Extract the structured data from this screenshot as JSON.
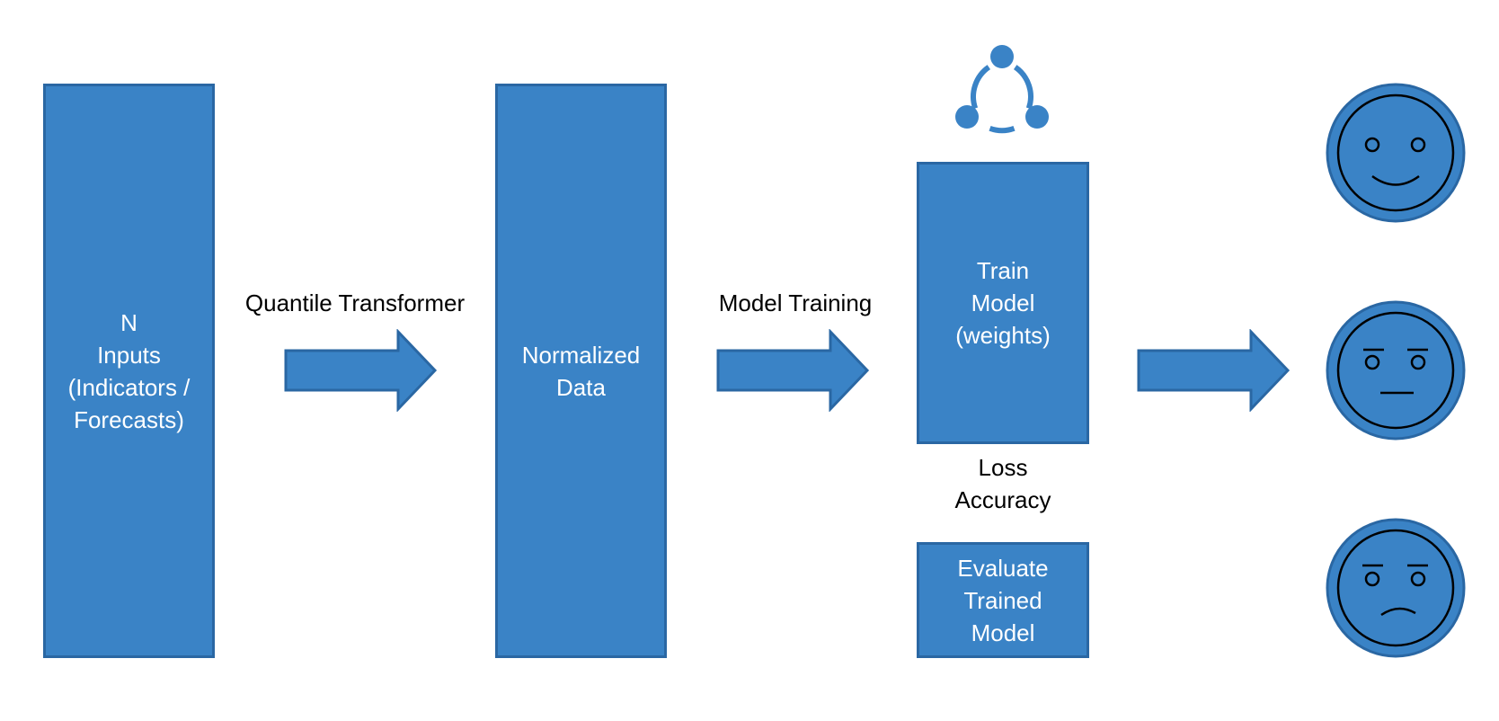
{
  "boxes": {
    "inputs": "N\nInputs\n(Indicators /\nForecasts)",
    "normalized": "Normalized\nData",
    "train": "Train\nModel\n(weights)",
    "evaluate": "Evaluate\nTrained\nModel"
  },
  "labels": {
    "quantile": "Quantile Transformer",
    "model_training": "Model Training",
    "loss": "Loss",
    "accuracy": "Accuracy"
  },
  "icons": [
    "share-network-icon",
    "happy-face-icon",
    "neutral-face-icon",
    "sad-face-icon"
  ],
  "colors": {
    "fill": "#3a83c6",
    "stroke": "#2a67a3",
    "box_text": "#ffffff",
    "label_text": "#000000"
  }
}
